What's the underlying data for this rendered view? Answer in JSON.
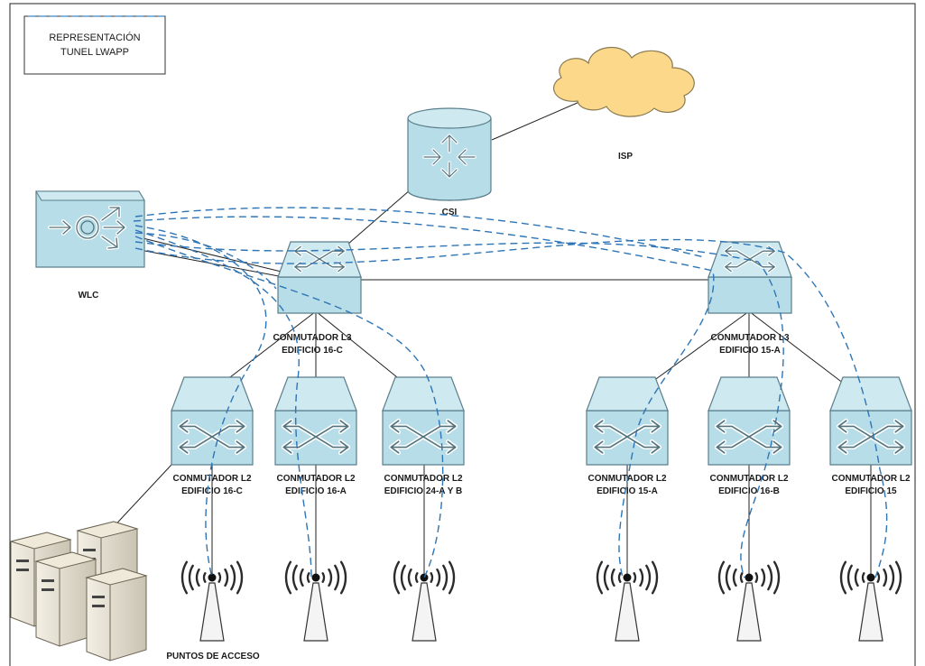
{
  "legend": {
    "line1": "REPRESENTACIÓN",
    "line2": "TUNEL LWAPP",
    "line_color": "#5b9bd5"
  },
  "colors": {
    "device_fill": "#b7dde8",
    "device_stroke": "#5a7f8c",
    "cloud_fill": "#fcd98a",
    "tunnel": "#2e75b6",
    "link": "#222222"
  },
  "nodes": {
    "isp": {
      "label": "ISP",
      "icon": "cloud-icon"
    },
    "csi": {
      "label": "CSI",
      "icon": "router-icon"
    },
    "wlc": {
      "label": "WLC",
      "icon": "wireless-lan-controller-icon"
    },
    "l3_a": {
      "line1": "CONMUTADOR L3",
      "line2": "EDIFICIO 16-C",
      "icon": "layer3-switch-icon"
    },
    "l3_b": {
      "line1": "CONMUTADOR L3",
      "line2": "EDIFICIO 15-A",
      "icon": "layer3-switch-icon"
    },
    "l2": [
      {
        "line1": "CONMUTADOR L2",
        "line2": "EDIFICIO 16-C"
      },
      {
        "line1": "CONMUTADOR L2",
        "line2": "EDIFICIO 16-A"
      },
      {
        "line1": "CONMUTADOR L2",
        "line2": "EDIFICIO 24-A Y B"
      },
      {
        "line1": "CONMUTADOR L2",
        "line2": "EDIFICIO 15-A"
      },
      {
        "line1": "CONMUTADOR L2",
        "line2": "EDIFICIO 16-B"
      },
      {
        "line1": "CONMUTADOR L2",
        "line2": "EDIFICIO 15"
      }
    ],
    "servers": {
      "icon": "server-icon"
    },
    "access_points": {
      "label": "PUNTOS DE ACCESO",
      "icon": "access-point-icon"
    }
  }
}
